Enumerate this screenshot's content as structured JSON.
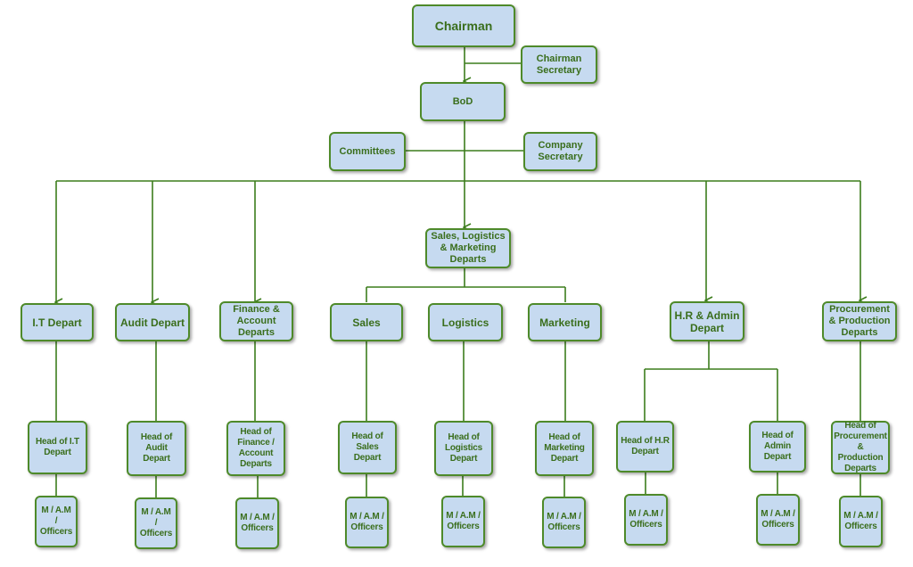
{
  "diagram": {
    "chairman": "Chairman",
    "chairman_secretary": "Chairman\nSecretary",
    "bod": "BoD",
    "committees": "Committees",
    "company_secretary": "Company\nSecretary",
    "sales_logistics_marketing": "Sales, Logistics\n& Marketing\nDeparts",
    "departments": {
      "it": "I.T Depart",
      "audit": "Audit Depart",
      "finance": "Finance &\nAccount\nDeparts",
      "sales": "Sales",
      "logistics": "Logistics",
      "marketing": "Marketing",
      "hr": "H.R & Admin\nDepart",
      "procurement": "Procurement\n& Production\nDeparts"
    },
    "heads": {
      "it": "Head of I.T\nDepart",
      "audit": "Head of Audit\nDepart",
      "finance": "Head of\nFinance /\nAccount\nDeparts",
      "sales": "Head of\nSales Depart",
      "logistics": "Head of\nLogistics\nDepart",
      "marketing": "Head of\nMarketing\nDepart",
      "hr": "Head of H.R\nDepart",
      "admin": "Head of\nAdmin Depart",
      "procurement": "Head of\nProcurement\n& Production\nDeparts"
    },
    "officers": "M / A.M /\nOfficers"
  }
}
